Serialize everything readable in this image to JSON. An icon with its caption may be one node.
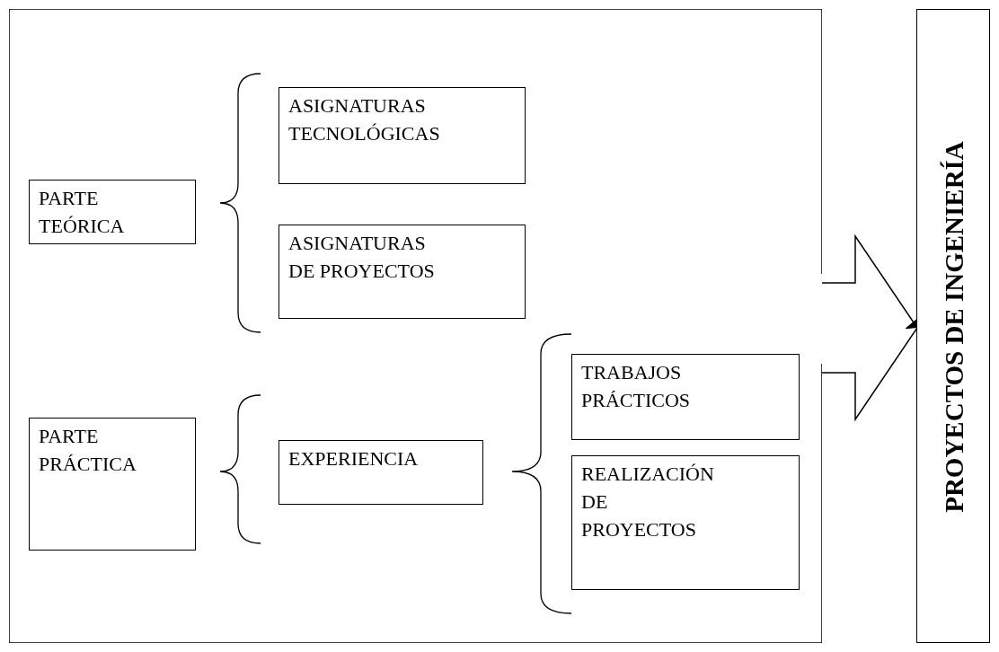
{
  "diagram": {
    "nodes": [
      {
        "text": [],
        "shape": "box"
      },
      {
        "text": [
          "PARTE TEÓRICA"
        ],
        "in": 0
      },
      {
        "text": [
          "ASIGNATURAS TECNOLÓGICAS"
        ],
        "in": 0
      },
      {
        "text": [
          "ASIGNATURAS DE PROYECTOS"
        ],
        "in": 0
      },
      {
        "text": [
          "PARTE PRÁCTICA"
        ],
        "in": 0
      },
      {
        "text": [
          "EXPERIENCIA"
        ],
        "in": 0
      },
      {
        "text": [
          "TRABAJOS PRÁCTICOS"
        ],
        "in": 0
      },
      {
        "text": [
          "REALIZACIÓN DE PROYECTOS"
        ],
        "in": 0
      },
      {
        "text": [
          "PROYECTOS DE INGENIERÍA"
        ]
      }
    ],
    "edges": [
      {
        "from": 0,
        "to": 8,
        "arrow": "to"
      }
    ]
  }
}
